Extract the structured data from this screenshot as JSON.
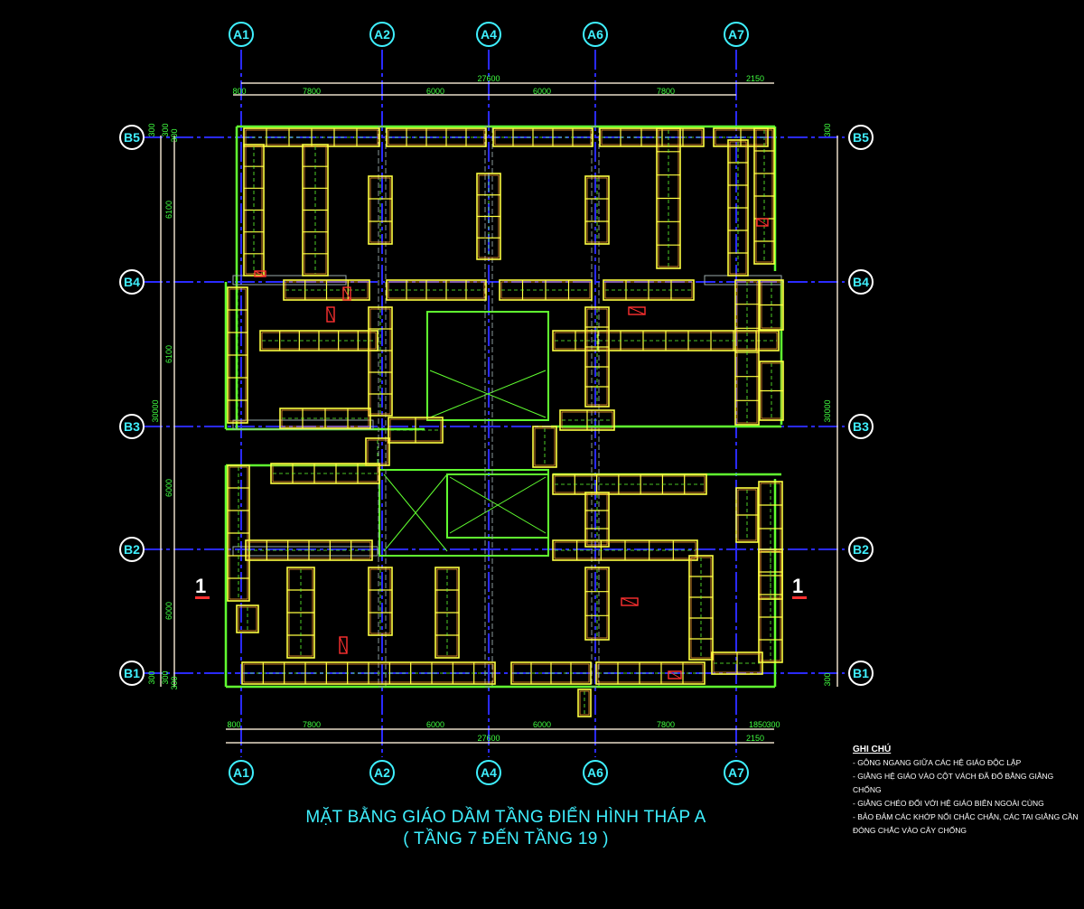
{
  "grid": {
    "columns": [
      "A1",
      "A2",
      "A4",
      "A6",
      "A7"
    ],
    "rows": [
      "B5",
      "B4",
      "B3",
      "B2",
      "B1"
    ]
  },
  "dimensions": {
    "top_total": "27600",
    "top_right": "2150",
    "top_spans": [
      "800",
      "7800",
      "6000",
      "6000",
      "7800"
    ],
    "bottom_spans": [
      "800",
      "7800",
      "6000",
      "6000",
      "7800",
      "1850",
      "300"
    ],
    "bottom_total": "27600",
    "bottom_right": "2150",
    "left_spans": [
      "6100",
      "6100",
      "6000",
      "6000"
    ],
    "left_edges": [
      "300",
      "300",
      "300",
      "300",
      "300",
      "300"
    ],
    "left_total": "30000",
    "right_total": "30000",
    "right_edge_top": "300",
    "right_edge_bottom": "300"
  },
  "section_markers": [
    "1",
    "1"
  ],
  "title": {
    "line1": "MẶT BẰNG GIÁO DẦM TẦNG ĐIỂN HÌNH THÁP A",
    "line2": "( TẦNG 7 ĐẾN TẦNG 19 )"
  },
  "notes": {
    "heading": "GHI CHÚ",
    "items": [
      "- GÔNG NGANG GIỮA CÁC HỆ GIÁO ĐỘC LẬP",
      "- GIẰNG HỆ GIÁO VÀO CỘT VÁCH ĐÃ ĐỔ BẰNG GIẰNG CHỐNG",
      "- GIẰNG CHÉO ĐỐI VỚI HỆ GIÁO BIÊN NGOÀI CÙNG",
      "- BẢO ĐẢM CÁC KHỚP NỐI CHẮC CHẮN, CÁC TAI GIẰNG CẦN ĐÓNG CHẮC VÀO CÂY CHỐNG"
    ]
  },
  "colors": {
    "grid": "#2a2aff",
    "bubble": "#3ff0ff",
    "beam": "#ffff40",
    "slab": "#60ff30",
    "dim": "#40ff40",
    "frame": "#ffa030"
  }
}
